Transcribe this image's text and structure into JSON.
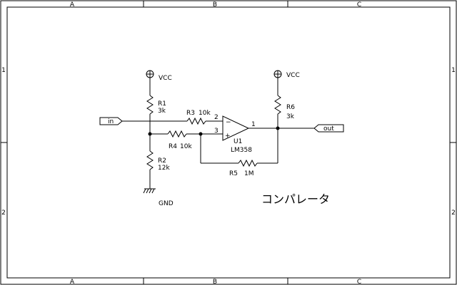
{
  "frame": {
    "col_labels": [
      "A",
      "B",
      "C"
    ],
    "row_labels": [
      "1",
      "2"
    ]
  },
  "power": {
    "vcc_left": "VCC",
    "vcc_right": "VCC",
    "gnd": "GND"
  },
  "components": {
    "r1": {
      "ref": "R1",
      "value": "3k"
    },
    "r2": {
      "ref": "R2",
      "value": "12k"
    },
    "r3": {
      "ref": "R3",
      "value": "10k"
    },
    "r4": {
      "ref": "R4",
      "value": "10k"
    },
    "r5": {
      "ref": "R5",
      "value": "1M"
    },
    "r6": {
      "ref": "R6",
      "value": "3k"
    },
    "u1": {
      "ref": "U1",
      "part": "LM358",
      "pin_out": "1",
      "pin_inv": "2",
      "pin_noninv": "3",
      "minus": "−",
      "plus": "+"
    }
  },
  "ports": {
    "in": "in",
    "out": "out"
  },
  "title": "コンパレータ"
}
